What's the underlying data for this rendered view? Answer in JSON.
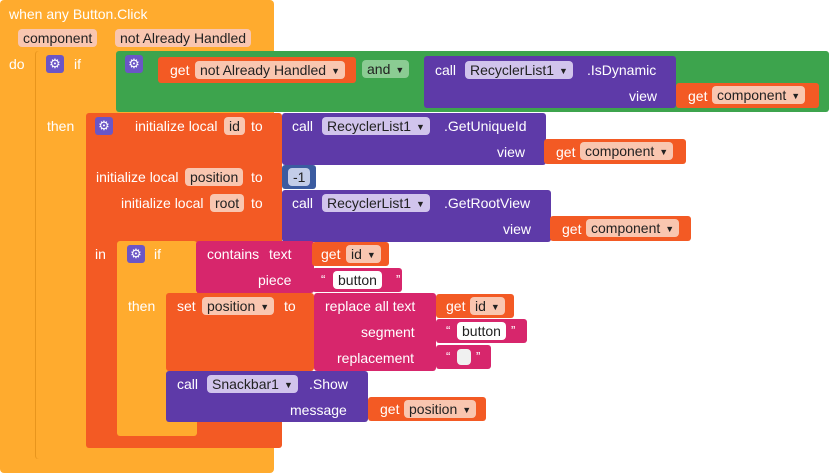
{
  "event": {
    "title": "when any Button.Click",
    "params": [
      "component",
      "not Already Handled"
    ],
    "do": "do"
  },
  "if1": {
    "if": "if",
    "then": "then",
    "get1": "get",
    "var1": "not Already Handled",
    "and": "and",
    "call": "call",
    "component": "RecyclerList1",
    "method": ".IsDynamic",
    "view_label": "view",
    "get2": "get",
    "var2": "component"
  },
  "init_id": {
    "label": "initialize local",
    "name": "id",
    "to": "to",
    "call": "call",
    "component": "RecyclerList1",
    "method": ".GetUniqueId",
    "view_label": "view",
    "get": "get",
    "var": "component"
  },
  "init_position": {
    "label": "initialize local",
    "name": "position",
    "to": "to",
    "value": "-1"
  },
  "init_root": {
    "label": "initialize local",
    "name": "root",
    "to": "to",
    "call": "call",
    "component": "RecyclerList1",
    "method": ".GetRootView",
    "view_label": "view",
    "get": "get",
    "var": "component"
  },
  "in_label": "in",
  "if2": {
    "if": "if",
    "then": "then",
    "contains": "contains",
    "text_label": "text",
    "get": "get",
    "var": "id",
    "piece_label": "piece",
    "piece": "button"
  },
  "set": {
    "set": "set",
    "var": "position",
    "to": "to",
    "replace": "replace all text",
    "get": "get",
    "var2": "id",
    "segment_label": "segment",
    "segment": "button",
    "replacement_label": "replacement",
    "replacement": ""
  },
  "snackbar": {
    "call": "call",
    "component": "Snackbar1",
    "method": ".Show",
    "message_label": "message",
    "get": "get",
    "var": "position"
  },
  "quote_open": "“",
  "quote_close": "”",
  "dropdown_icon": "triangle-down",
  "colors": {
    "event": "#ffab2e",
    "variables": "#f35a24",
    "components": "#5e3aa8",
    "logic": "#3da44d",
    "text": "#d7266c"
  }
}
